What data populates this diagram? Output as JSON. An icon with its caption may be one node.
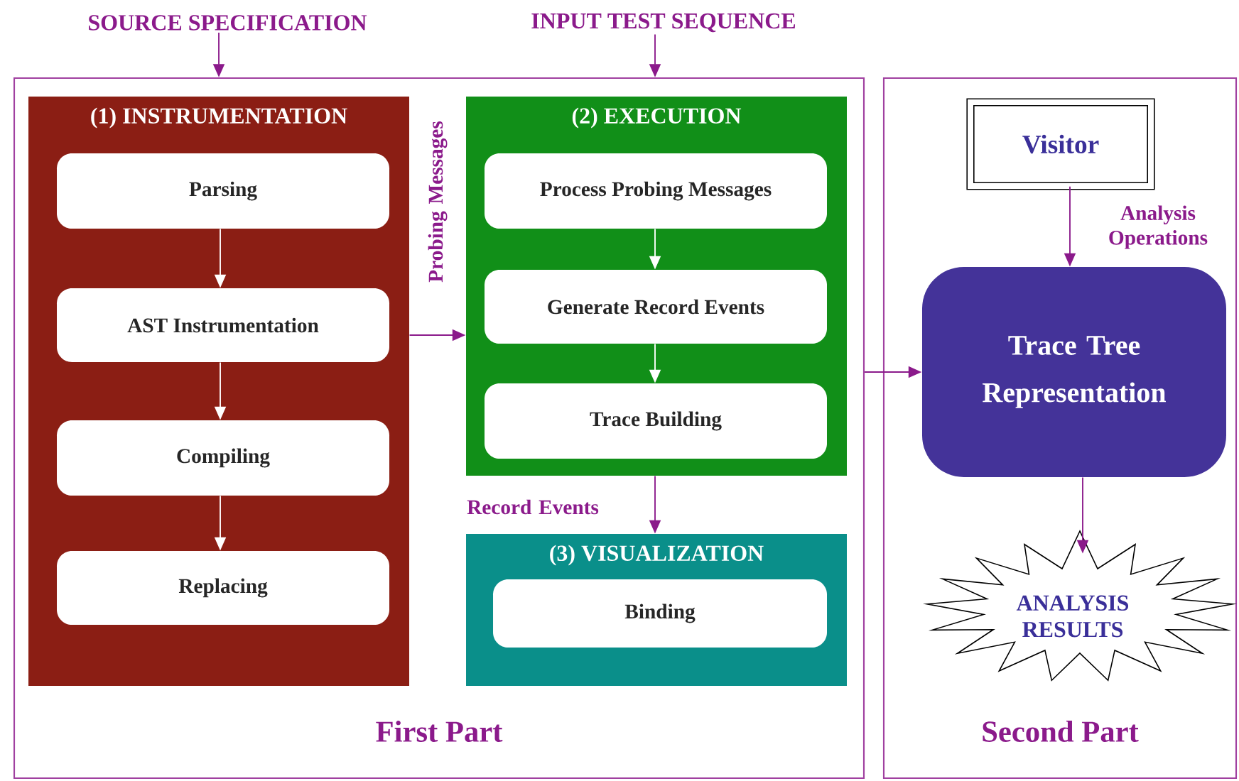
{
  "diagram": {
    "nodes": [
      {
        "text": [
          "SOURCE SPECIFICATION"
        ]
      },
      {
        "text": [
          "INPUT TEST SEQUENCE"
        ]
      },
      {
        "text": [
          "First Part"
        ]
      },
      {
        "text": [
          "(1) INSTRUMENTATION"
        ],
        "in": 2
      },
      {
        "text": [
          "Parsing"
        ],
        "in": 3
      },
      {
        "text": [
          "AST Instrumentation"
        ],
        "in": 3
      },
      {
        "text": [
          "Compiling"
        ],
        "in": 3
      },
      {
        "text": [
          "Replacing"
        ],
        "in": 3
      },
      {
        "text": [
          "(2) EXECUTION"
        ],
        "in": 2
      },
      {
        "text": [
          "Process Probing Messages"
        ],
        "in": 8
      },
      {
        "text": [
          "Generate Record Events"
        ],
        "in": 8
      },
      {
        "text": [
          "Trace Building"
        ],
        "in": 8
      },
      {
        "text": [
          "(3) VISUALIZATION"
        ],
        "in": 2
      },
      {
        "text": [
          "Binding"
        ],
        "in": 12
      },
      {
        "text": [
          "Second Part"
        ]
      },
      {
        "text": [
          "Visitor"
        ],
        "in": 14
      },
      {
        "text": [
          "Trace Tree Representation"
        ],
        "in": 14
      },
      {
        "text": [
          "ANALYSIS RESULTS"
        ],
        "in": 14
      }
    ],
    "edges": [
      {
        "from": 0,
        "to": 2,
        "arrow": "to"
      },
      {
        "from": 1,
        "to": 2,
        "arrow": "to"
      },
      {
        "from": 4,
        "to": 5,
        "arrow": "to",
        "color": "#ffffff"
      },
      {
        "from": 5,
        "to": 6,
        "arrow": "to",
        "color": "#ffffff"
      },
      {
        "from": 6,
        "to": 7,
        "arrow": "to",
        "color": "#ffffff"
      },
      {
        "from": 3,
        "to": 8,
        "arrow": "to",
        "label": "Probing Messages"
      },
      {
        "from": 9,
        "to": 10,
        "arrow": "to",
        "color": "#ffffff"
      },
      {
        "from": 10,
        "to": 11,
        "arrow": "to",
        "color": "#ffffff"
      },
      {
        "from": 8,
        "to": 12,
        "arrow": "to",
        "label": "Record Events"
      },
      {
        "from": 2,
        "to": 16,
        "arrow": "to"
      },
      {
        "from": 15,
        "to": 16,
        "arrow": "to",
        "label": "Analysis Operations"
      },
      {
        "from": 16,
        "to": 17,
        "arrow": "to"
      }
    ]
  }
}
